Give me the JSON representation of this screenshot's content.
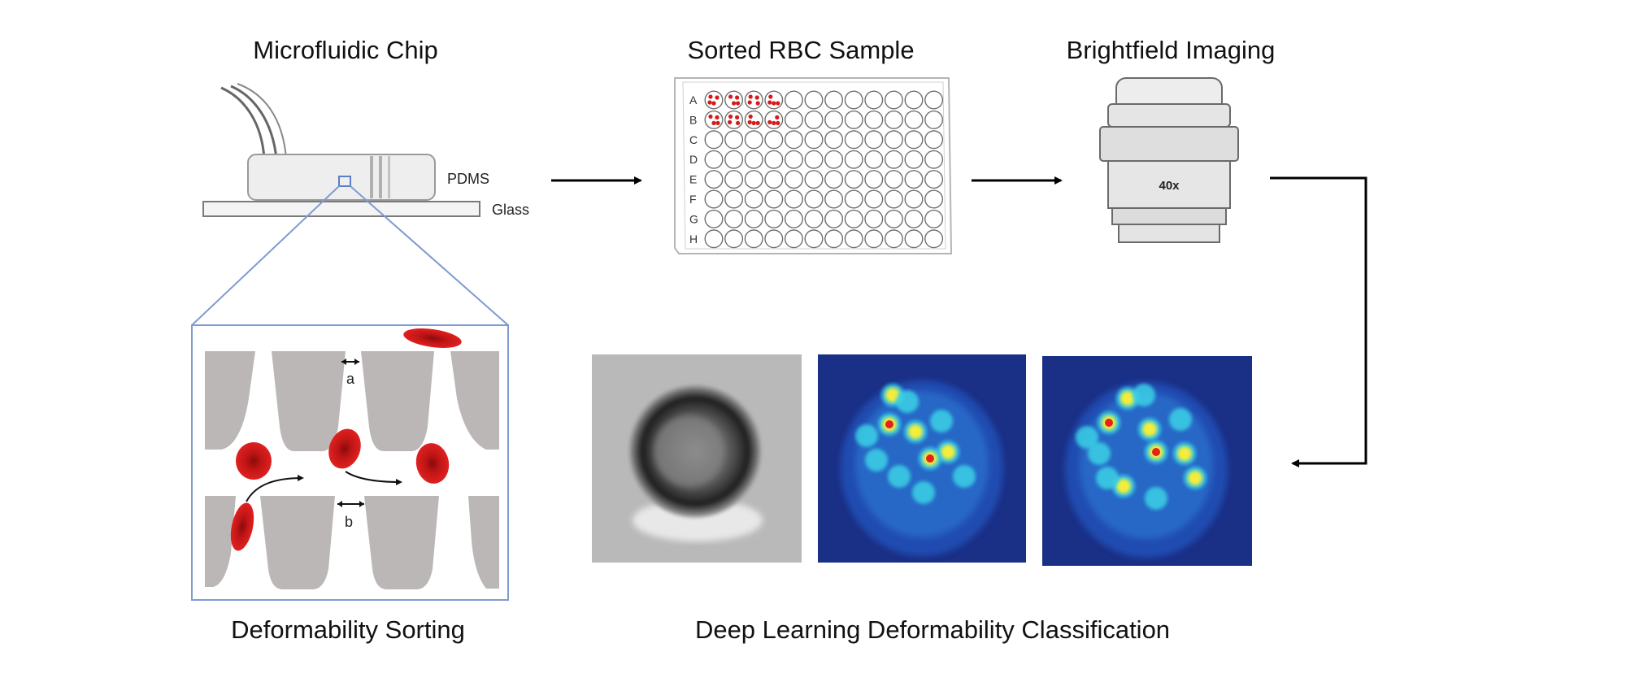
{
  "titles": {
    "chip": "Microfluidic Chip",
    "plate": "Sorted RBC Sample",
    "imaging": "Brightfield Imaging",
    "sorting": "Deformability Sorting",
    "classification": "Deep Learning Deformability Classification"
  },
  "labels": {
    "pdms": "PDMS",
    "glass": "Glass",
    "objective_magnification": "40x",
    "gap_a": "a",
    "gap_b": "b"
  },
  "plate": {
    "rows": [
      "A",
      "B",
      "C",
      "D",
      "E",
      "F",
      "G",
      "H"
    ],
    "columns": 12,
    "filled_wells": [
      [
        0,
        0
      ],
      [
        0,
        1
      ],
      [
        0,
        2
      ],
      [
        0,
        3
      ],
      [
        1,
        0
      ],
      [
        1,
        1
      ],
      [
        1,
        2
      ],
      [
        1,
        3
      ]
    ]
  },
  "colors": {
    "rbc": "#d61a1a",
    "pillar": "#bcb7b7",
    "zoom_frame": "#7f9bd0",
    "heatmap_bg": "#1a2f86"
  }
}
